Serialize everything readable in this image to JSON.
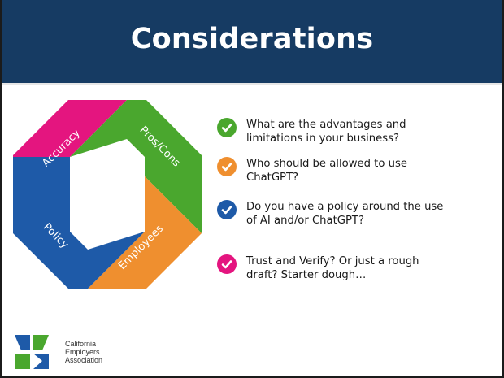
{
  "slide": {
    "title": "Considerations"
  },
  "diagram": {
    "segments": [
      {
        "label": "Accuracy",
        "color": "#e4157f"
      },
      {
        "label": "Pros/Cons",
        "color": "#4aa72e"
      },
      {
        "label": "Employees",
        "color": "#ef8f2f"
      },
      {
        "label": "Policy",
        "color": "#1e5aa8"
      }
    ]
  },
  "considerations": [
    {
      "text": "What are the advantages and\nlimitations in your business?",
      "color": "#4aa72e",
      "icon": "check-circle-icon"
    },
    {
      "text": "Who should be allowed to use\nChatGPT?",
      "color": "#ef8f2f",
      "icon": "check-circle-icon"
    },
    {
      "text": "Do you have a policy around the use\nof AI and/or ChatGPT?",
      "color": "#1e5aa8",
      "icon": "check-circle-icon"
    },
    {
      "text": "Trust and Verify?  Or just a rough\ndraft? Starter dough…",
      "color": "#e4157f",
      "icon": "check-circle-icon"
    }
  ],
  "footer": {
    "logo_text": "California\nEmployers\nAssociation",
    "logo_colors": [
      "#1e5aa8",
      "#4aa72e",
      "#1e5aa8",
      "#4aa72e"
    ]
  }
}
